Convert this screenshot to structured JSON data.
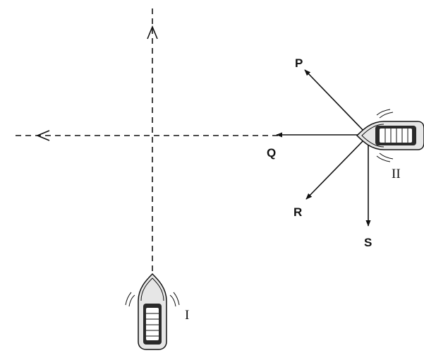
{
  "labels": {
    "p": "P",
    "q": "Q",
    "r": "R",
    "s": "S",
    "boat_one": "I",
    "boat_two": "II"
  },
  "colors": {
    "ink": "#111111",
    "boat_fill": "#e6e6e6",
    "tire_fill": "#2a2a2a"
  }
}
